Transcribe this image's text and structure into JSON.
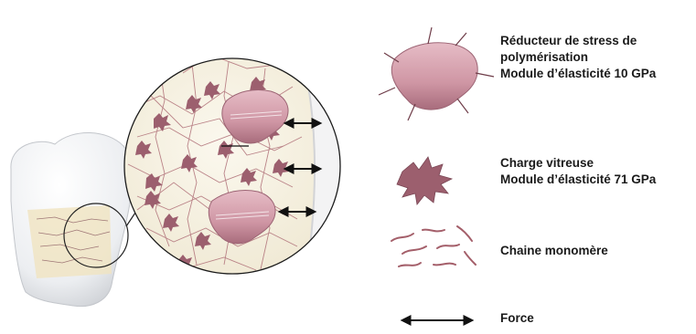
{
  "legend": {
    "stress_reducer": {
      "line1": "Réducteur de stress de",
      "line2": "polymérisation",
      "line3": "Module d’élasticité 10 GPa"
    },
    "glass_filler": {
      "line1": "Charge vitreuse",
      "line2": "Module d’élasticité 71 GPa"
    },
    "monomer_chain": {
      "line1": "Chaine monomère"
    },
    "force": {
      "line1": "Force"
    }
  },
  "colors": {
    "particle": "#d6a3ae",
    "particle_dark": "#a8707f",
    "filler": "#9c5f6e",
    "chain": "#a45f6a",
    "tooth": "#eef0f2"
  },
  "icons": [
    "stress-reducer-icon",
    "glass-filler-icon",
    "monomer-chain-icon",
    "force-arrow-icon",
    "tooth-illustration",
    "magnifier-circle"
  ]
}
